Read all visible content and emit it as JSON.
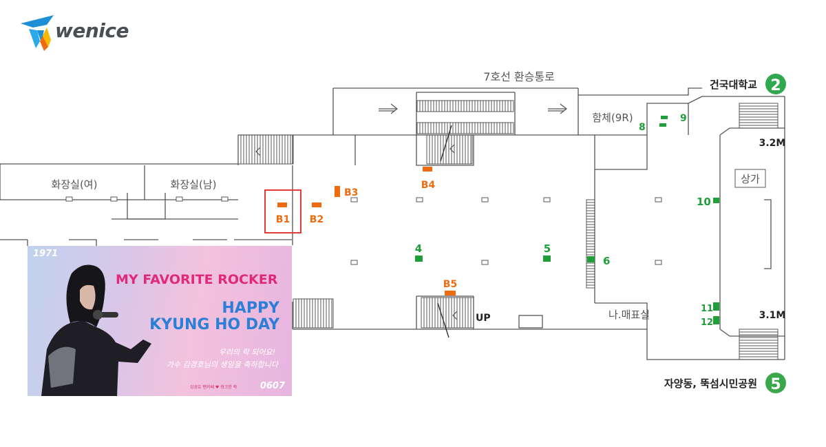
{
  "brand": {
    "name": "wenice",
    "colors": {
      "blue": "#1c8fd6",
      "orange": "#ef6b10",
      "yellow": "#f6b800",
      "text": "#4a4f55"
    }
  },
  "map": {
    "colors": {
      "wall": "#555555",
      "exit": "#1f9e3a",
      "ad": "#ef6b10",
      "highlight": "#e53935",
      "line2": "#2fa84f",
      "line5": "#3aa84a"
    },
    "corridor_label": "7호선 환승통로",
    "destination_top": {
      "name": "건국대학교",
      "exit": "2"
    },
    "destination_bottom": {
      "name": "자양동, 뚝섬시민공원",
      "exit": "5"
    },
    "rooms": {
      "toilet_women": "화장실(여)",
      "toilet_men": "화장실(남)",
      "platform_car": "함체(9R)",
      "shop": "상가",
      "ticket_office": "나.매표실"
    },
    "stair_width_top": "3.2M",
    "stair_width_bottom": "3.1M",
    "up_label": "UP",
    "ad_spots": [
      "B1",
      "B2",
      "B3",
      "B4",
      "B5"
    ],
    "highlighted_spot": "B1",
    "exits": [
      "4",
      "5",
      "6",
      "8",
      "9",
      "10",
      "11",
      "12"
    ]
  },
  "advertisement": {
    "year": "1971",
    "title_line1": "MY FAVORITE ROCKER",
    "title_line2": "HAPPY",
    "title_line3": "KYUNG HO DAY",
    "message_line1": "우리의 락 되어요!",
    "message_line2": "가수 김경호님의 생일을 축하합니다",
    "credit": "김경호 팬카페 ♥ 청크한 락",
    "date": "0607"
  }
}
